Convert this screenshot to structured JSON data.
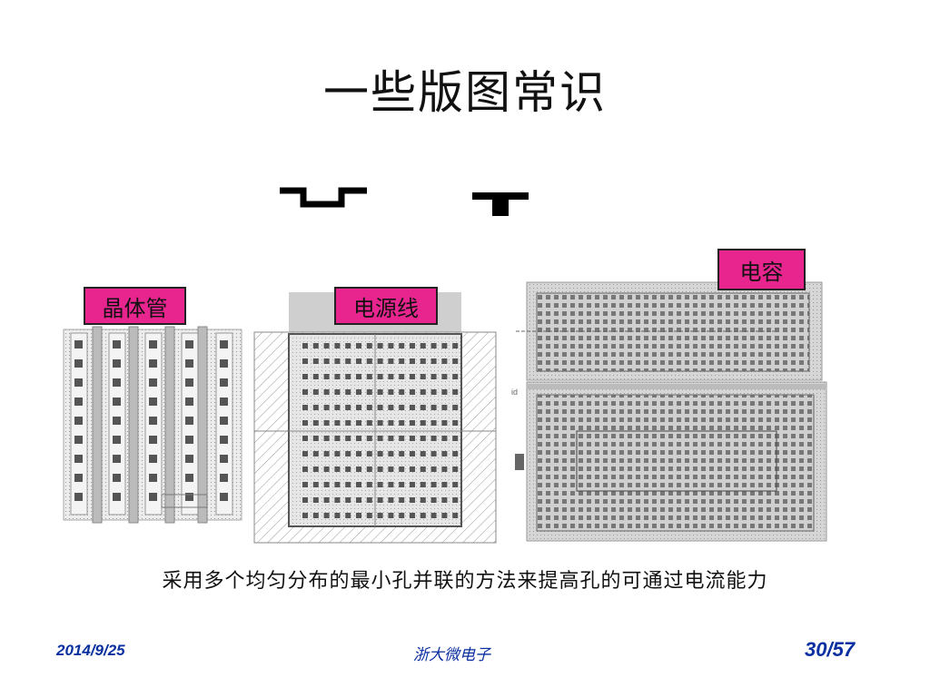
{
  "slide": {
    "title": "一些版图常识",
    "caption": "采用多个均匀分布的最小孔并联的方法来提高孔的可通过电流能力"
  },
  "labels": {
    "transistor": "晶体管",
    "power_line": "电源线",
    "capacitor": "电容"
  },
  "layout_texts": {
    "id_mark": "id"
  },
  "footer": {
    "date": "2014/9/25",
    "org": "浙大微电子",
    "page": "30/57"
  },
  "colors": {
    "label_bg": "#e8258f",
    "footer_text": "#0a2fa0",
    "contact": "#555555",
    "metal_fill": "#d8d8d8"
  }
}
